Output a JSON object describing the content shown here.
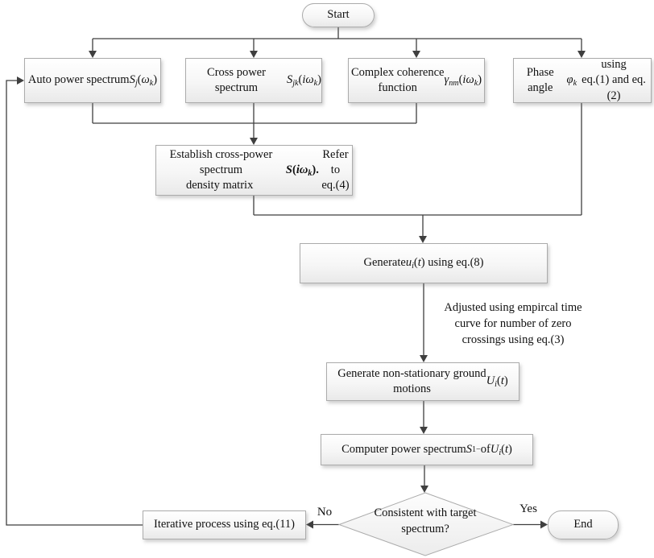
{
  "colors": {
    "line": "#3f3f3f",
    "node_border": "#ababab",
    "node_fill_top": "#ffffff",
    "node_fill_bottom": "#e9e9e9",
    "text": "#111111",
    "background": "#ffffff"
  },
  "flowchart": {
    "start": {
      "label": "Start"
    },
    "end": {
      "label": "End"
    },
    "decision": {
      "html": "Consistent with target<br>spectrum?",
      "no_label": "No",
      "yes_label": "Yes"
    },
    "nodes": {
      "auto_power": {
        "html": "Auto power spectrum<br><i>S<sub>j</sub></i>(<i>ω<sub>k</sub></i>)"
      },
      "cross_power": {
        "html": "Cross power spectrum<br><i>S<sub>jk</sub></i>(<i>iω<sub>k</sub></i>)"
      },
      "coherence": {
        "html": "Complex coherence<br>function <i>γ<sub>nm</sub></i>(<i>iω<sub>k</sub></i>)"
      },
      "phase_angle": {
        "html": "Phase angle <i>φ<sub>k</sub></i> using<br>eq.(1) and eq.(2)"
      },
      "spectral_matrix": {
        "html": "Establish cross-power spectrum<br>density matrix&nbsp; <b><i>S</i>(<i>iω<sub>k</sub></i>).</b> Refer to<br>eq.(4)"
      },
      "generate_u": {
        "html": "Generate <i>u<sub>i</sub></i>(<i>t</i>) using eq.(8)"
      },
      "annotation": {
        "html": "Adjusted using empircal time<br>curve for number of zero<br>crossings using eq.(3)"
      },
      "ground_motions": {
        "html": "Generate non-stationary ground<br>motions <i>U<sub>i</sub></i>(<i>t</i>)"
      },
      "compute_spectrum": {
        "html": "Computer power spectrum <i>S</i><sub>1</sub><sup>−</sup> of <i>U<sub>i</sub></i>(<i>t</i>)"
      },
      "iterative": {
        "html": "Iterative process using eq.(11)"
      }
    }
  }
}
